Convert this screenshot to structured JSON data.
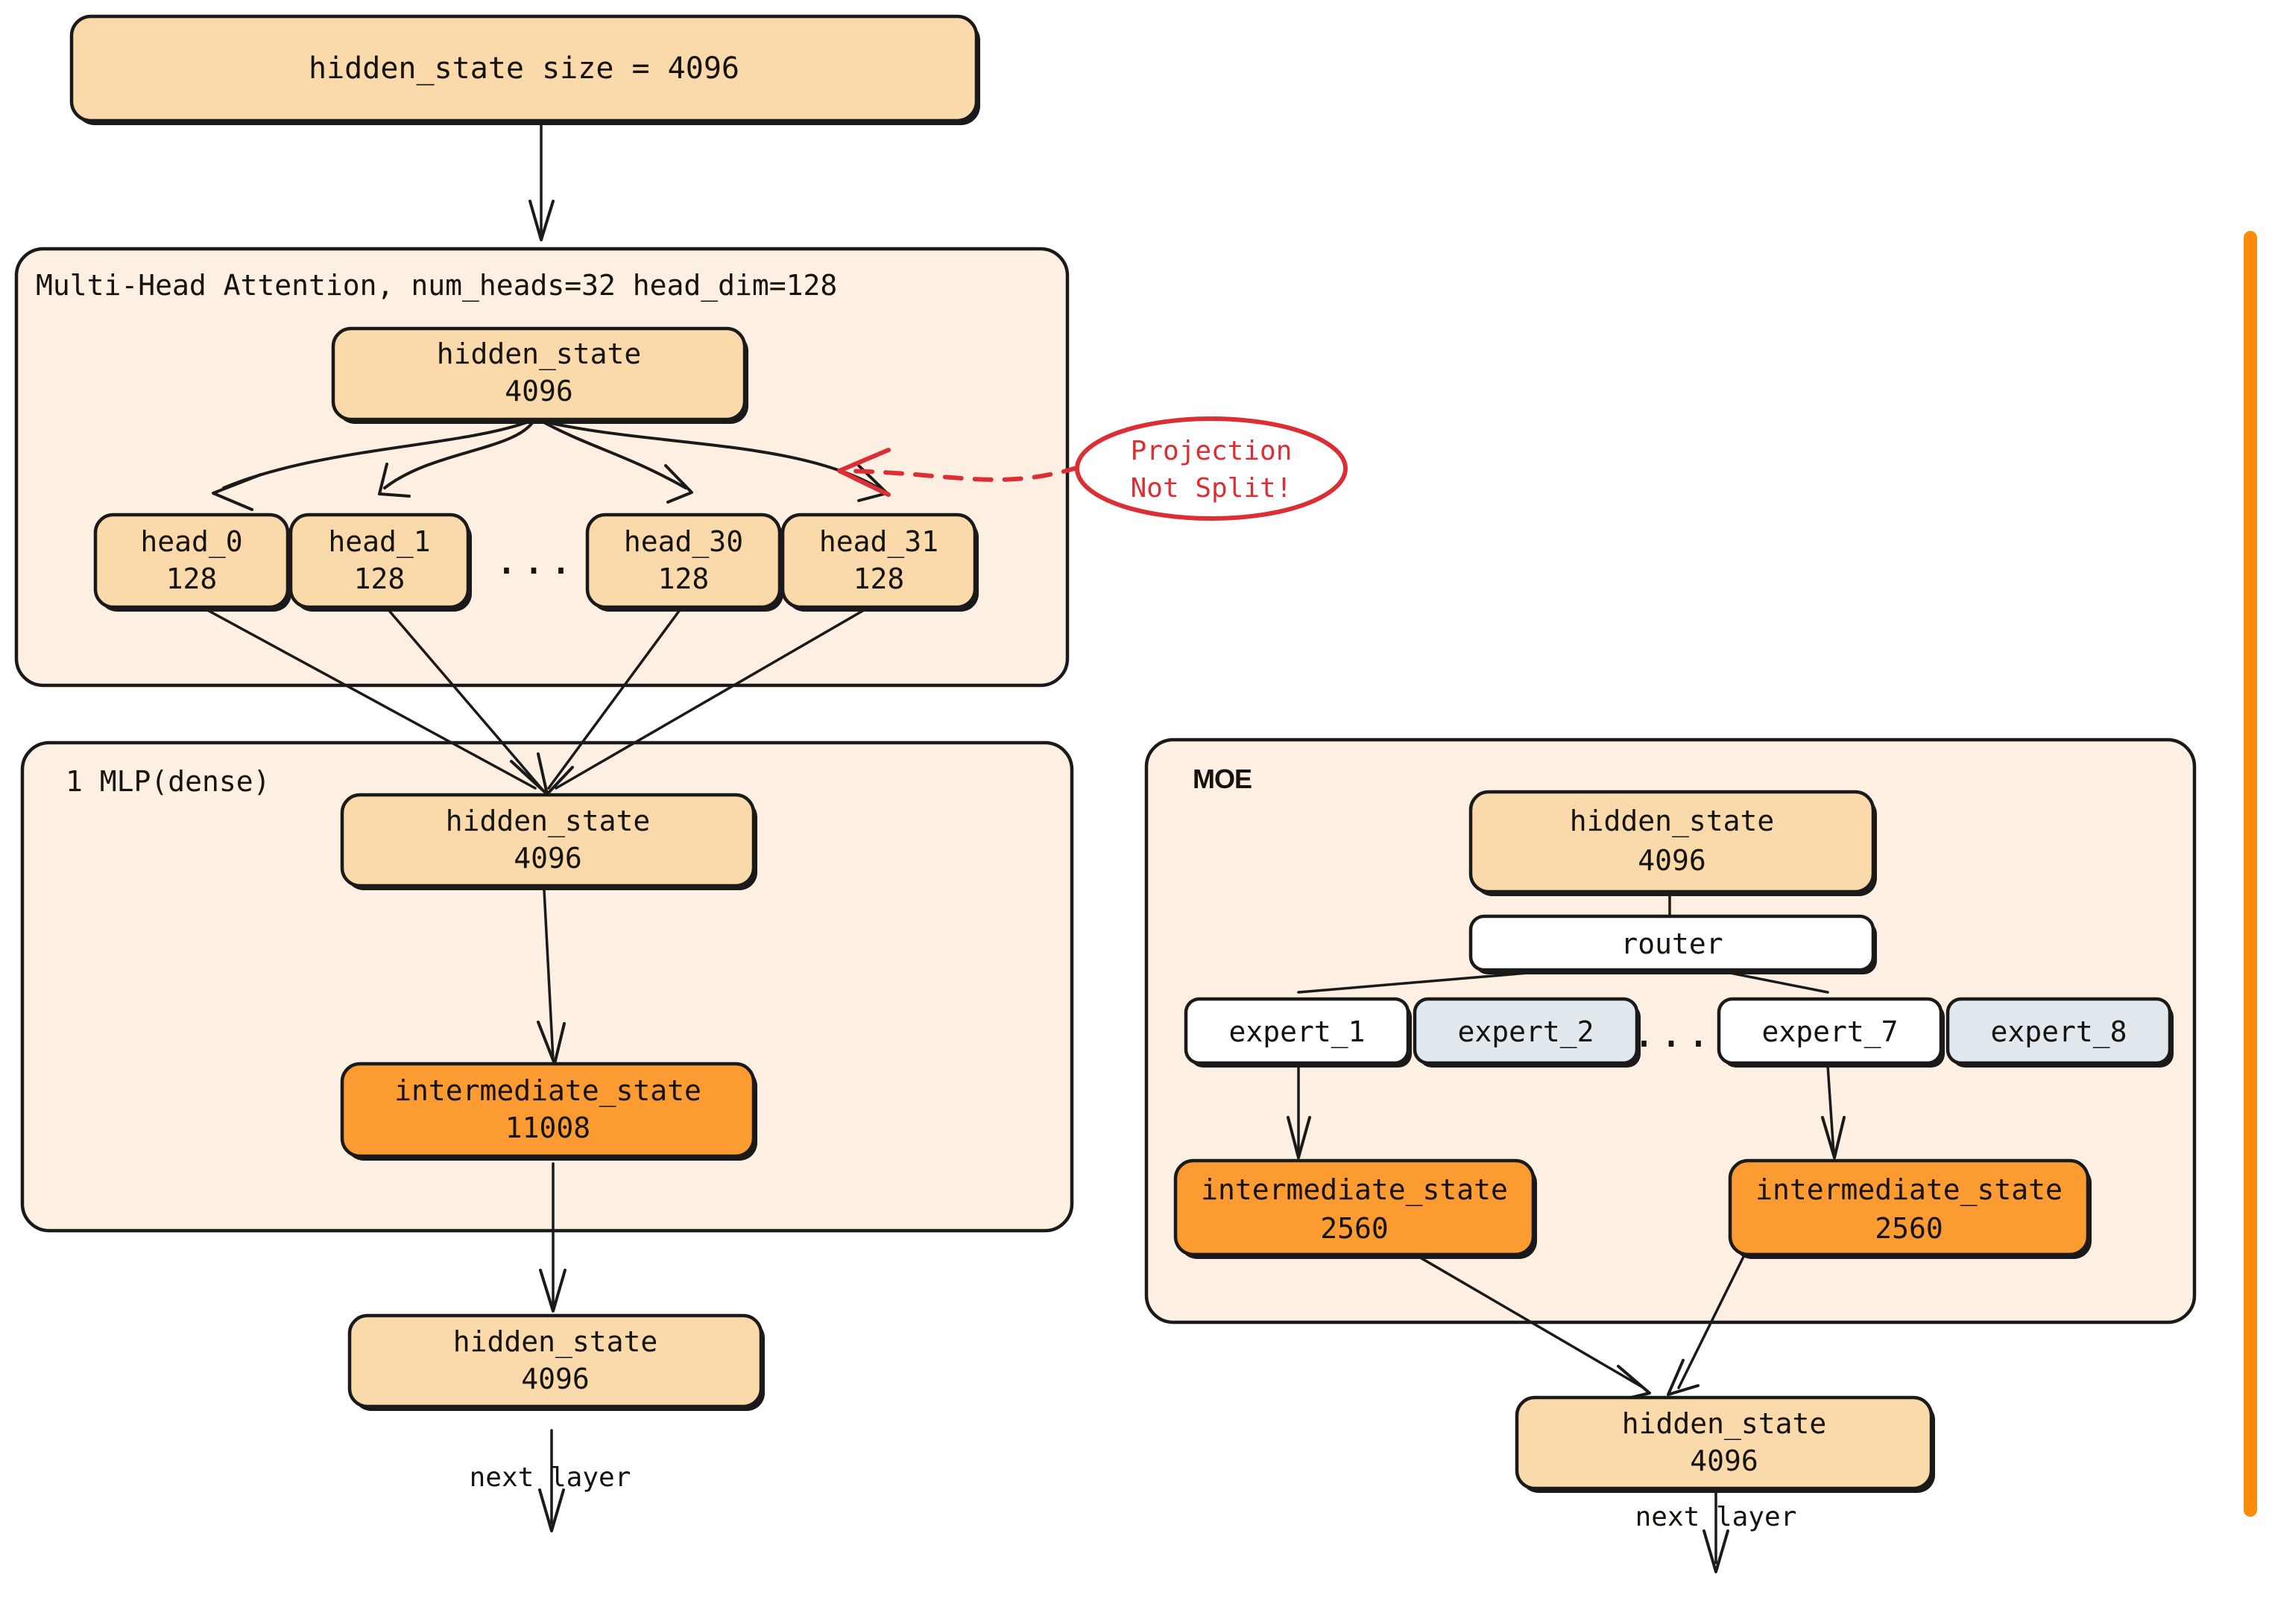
{
  "colors": {
    "hidden_state_fill": "#fad9ab",
    "intermediate_fill": "#fb9b31",
    "group_fill": "#fdf0e2",
    "expert_white_fill": "#ffffff",
    "expert_gray_fill": "#e1e8ee",
    "router_fill": "#ffffff",
    "stroke": "#1a1a1a",
    "callout_red": "#dc2f35",
    "scrollbar_orange": "#fb8c09",
    "text": "#16120e"
  },
  "top": {
    "input_node": {
      "label": "hidden_state size = 4096"
    }
  },
  "attention": {
    "group_label": "Multi-Head Attention, num_heads=32 head_dim=128",
    "hidden_state": {
      "name": "hidden_state",
      "size": "4096"
    },
    "heads": [
      {
        "name": "head_0",
        "size": "128"
      },
      {
        "name": "head_1",
        "size": "128"
      },
      {
        "name": "head_30",
        "size": "128"
      },
      {
        "name": "head_31",
        "size": "128"
      }
    ],
    "ellipsis": "...",
    "callout": {
      "line1": "Projection",
      "line2": "Not Split!"
    }
  },
  "mlp": {
    "group_label": "1 MLP(dense)",
    "hidden_state": {
      "name": "hidden_state",
      "size": "4096"
    },
    "intermediate_state": {
      "name": "intermediate_state",
      "size": "11008"
    },
    "output_hidden_state": {
      "name": "hidden_state",
      "size": "4096"
    },
    "next_layer_label": "next layer"
  },
  "moe": {
    "group_label": "MOE",
    "hidden_state": {
      "name": "hidden_state",
      "size": "4096"
    },
    "router": {
      "label": "router"
    },
    "experts": [
      {
        "name": "expert_1",
        "state": "active"
      },
      {
        "name": "expert_2",
        "state": "inactive"
      },
      {
        "name": "expert_7",
        "state": "active"
      },
      {
        "name": "expert_8",
        "state": "inactive"
      }
    ],
    "ellipsis": "...",
    "intermediate_states": [
      {
        "name": "intermediate_state",
        "size": "2560"
      },
      {
        "name": "intermediate_state",
        "size": "2560"
      }
    ],
    "output_hidden_state": {
      "name": "hidden_state",
      "size": "4096"
    },
    "next_layer_label": "next layer"
  },
  "scrollbar": {
    "name": "vertical-scrollbar"
  }
}
